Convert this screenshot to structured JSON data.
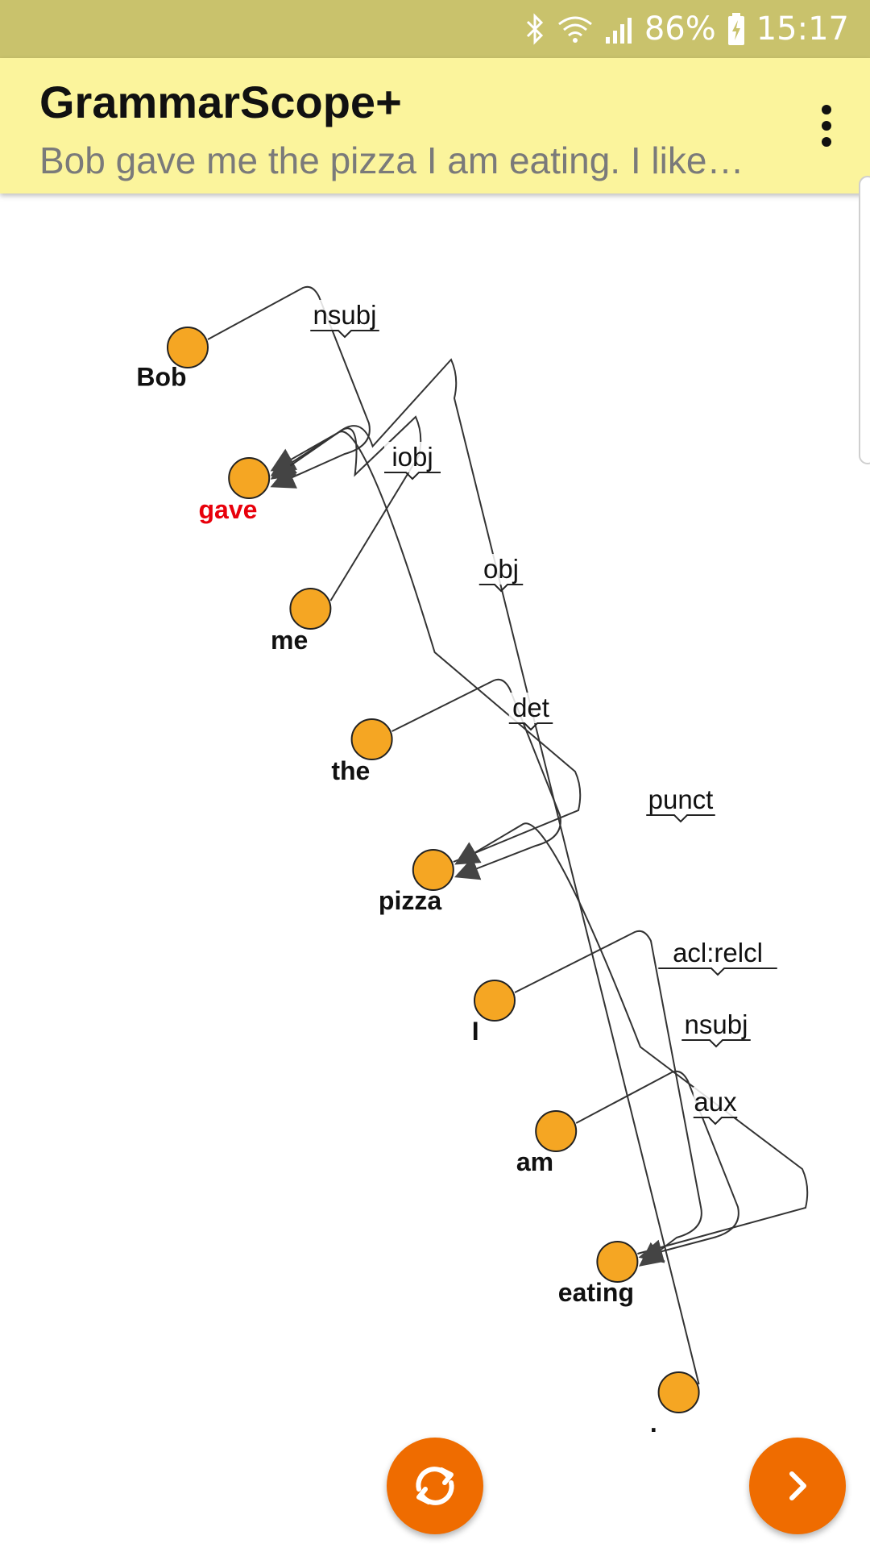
{
  "status_bar": {
    "battery": "86%",
    "time": "15:17",
    "icons": [
      "bluetooth-icon",
      "wifi-icon",
      "signal-icon",
      "battery-charging-icon"
    ]
  },
  "app_bar": {
    "title": "GrammarScope+",
    "subtitle": "Bob gave me the pizza I am eating. I like…",
    "menu_icon": "more-vert-icon"
  },
  "graph": {
    "tokens": [
      {
        "text": "Bob",
        "root": false
      },
      {
        "text": "gave",
        "root": true
      },
      {
        "text": "me",
        "root": false
      },
      {
        "text": "the",
        "root": false
      },
      {
        "text": "pizza",
        "root": false
      },
      {
        "text": "I",
        "root": false
      },
      {
        "text": "am",
        "root": false
      },
      {
        "text": "eating",
        "root": false
      },
      {
        "text": ".",
        "root": false
      }
    ],
    "arcs": [
      {
        "label": "nsubj",
        "from": 0,
        "to": 1
      },
      {
        "label": "iobj",
        "from": 2,
        "to": 1
      },
      {
        "label": "obj",
        "from": 4,
        "to": 1
      },
      {
        "label": "punct",
        "from": 8,
        "to": 1
      },
      {
        "label": "det",
        "from": 3,
        "to": 4
      },
      {
        "label": "acl:relcl",
        "from": 7,
        "to": 4
      },
      {
        "label": "nsubj",
        "from": 5,
        "to": 7
      },
      {
        "label": "aux",
        "from": 6,
        "to": 7
      }
    ],
    "colors": {
      "node": "#f5a623",
      "root_label": "#e8000b",
      "label": "#111111",
      "edge": "#333333"
    }
  },
  "fabs": [
    {
      "name": "refresh-button",
      "icon": "refresh-icon",
      "color": "#ef6c00"
    },
    {
      "name": "next-button",
      "icon": "chevron-right-icon",
      "color": "#ef6c00"
    }
  ]
}
